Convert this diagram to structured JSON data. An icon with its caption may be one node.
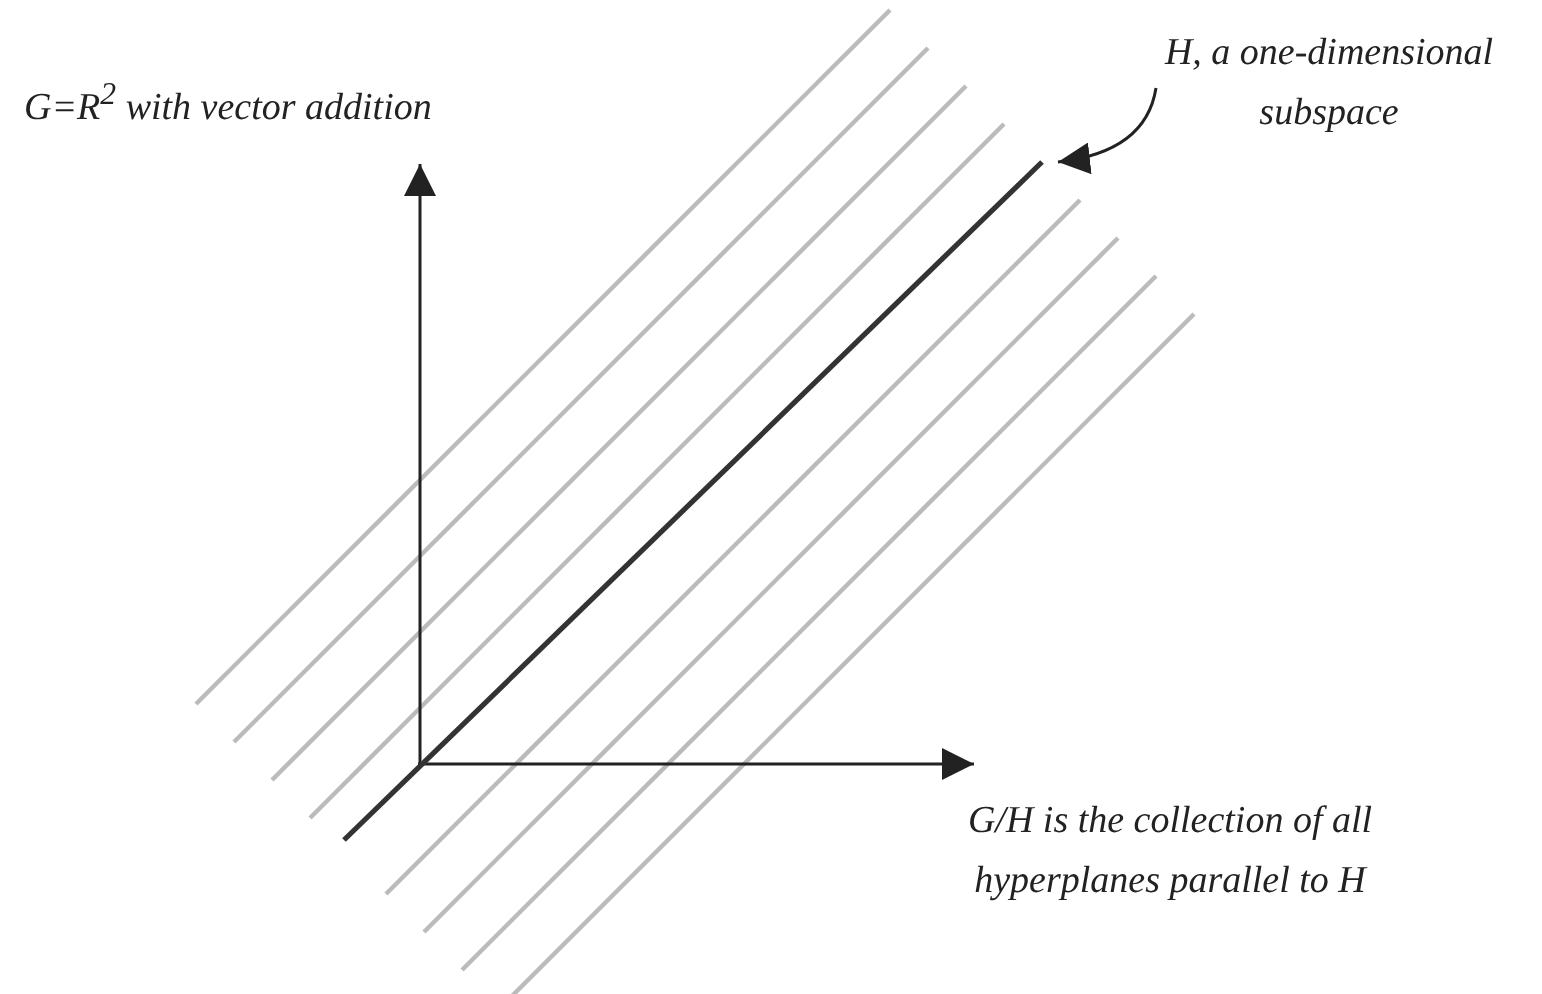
{
  "diagram": {
    "nodes": [
      {
        "text": [
          "H, a one-dimensional subspace"
        ]
      },
      {
        "text": [],
        "shape": "line"
      }
    ],
    "edges": [
      {
        "from": 0,
        "to": 1,
        "arrow": "to"
      }
    ],
    "labels": [
      "G=R$^{2}$ with vector addition",
      "G/H is the collection of all hyperplanes parallel to H"
    ]
  }
}
